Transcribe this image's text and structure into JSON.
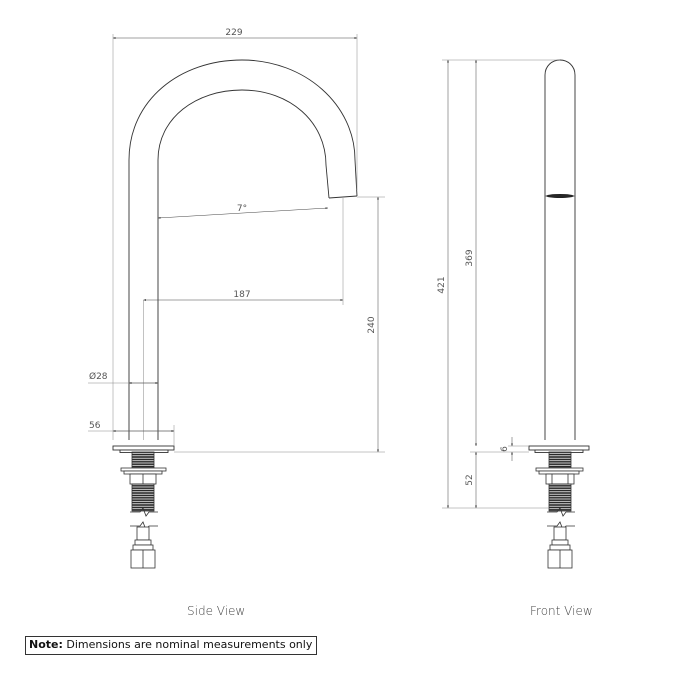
{
  "drawing": {
    "product": "Basin spout / gooseneck tap",
    "units": "mm",
    "side_view": {
      "label": "Side View",
      "dimensions": {
        "overall_reach": "229",
        "outlet_angle": "7°",
        "spout_reach": "187",
        "outlet_height": "240",
        "body_diameter": "Ø28",
        "base_diameter": "56"
      }
    },
    "front_view": {
      "label": "Front View",
      "dimensions": {
        "overall_height": "421",
        "body_height": "369",
        "base_thickness": "6",
        "max_deck_thickness": "52"
      }
    }
  },
  "note": {
    "prefix": "Note:",
    "text": "Dimensions are nominal measurements only"
  },
  "colors": {
    "outline": "#333333",
    "dimension_line": "#888888",
    "thread": "#222222"
  }
}
